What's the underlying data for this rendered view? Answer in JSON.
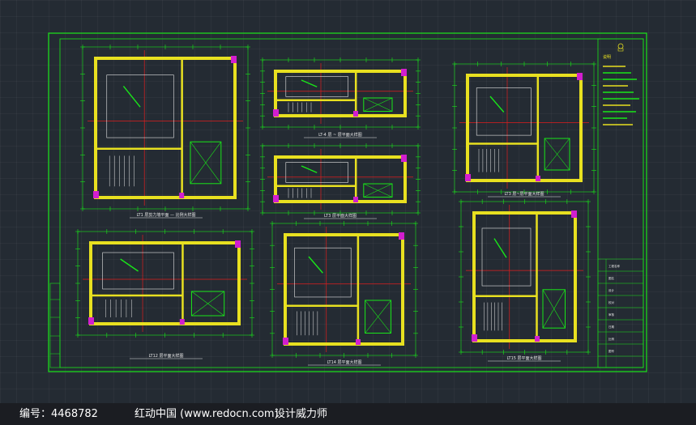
{
  "drawing": {
    "plans": [
      {
        "caption": "LT1 层剪力墙平面 — 比例大样图"
      },
      {
        "caption": "LT-4 层 ~ 层平面大样图"
      },
      {
        "caption": "LT3 层~层平面大样图"
      },
      {
        "caption": "LT3 层平面大样图"
      },
      {
        "caption": "LT12 层平面大样图"
      },
      {
        "caption": "LT14 层平面大样图"
      },
      {
        "caption": "LT15 层平面大样图"
      }
    ],
    "title_block": {
      "heading": "说明",
      "labels": [
        "工程名称",
        "图名",
        "设计",
        "校对",
        "审核",
        "日期",
        "比例",
        "图号"
      ]
    },
    "colors": {
      "frame": "#19e619",
      "wall": "#e8e020",
      "axis": "#e01e1e",
      "slab": "#d21ecf",
      "dim": "#19e619",
      "text": "#e6e6e6"
    }
  },
  "footer": {
    "id_label": "编号：4468782",
    "site": "红动中国 (www.redocn.com)",
    "author": "设计威力师"
  }
}
